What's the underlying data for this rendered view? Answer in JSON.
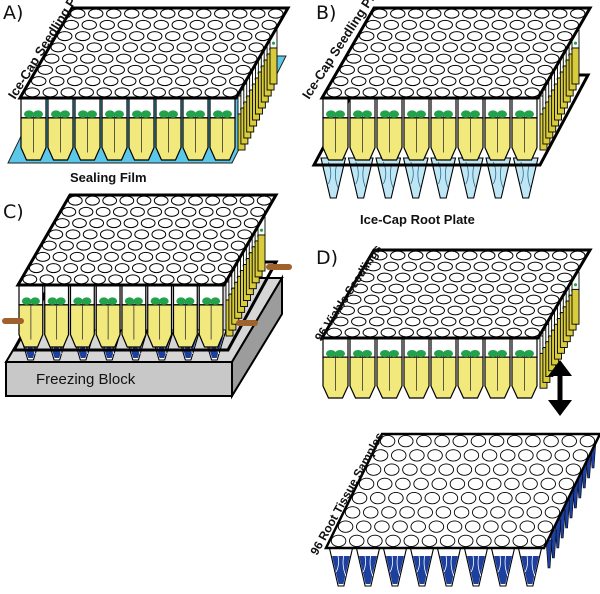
{
  "panels": [
    {
      "letter": "A)",
      "top_label": "Ice-Cap Seedling Plate",
      "bottom_label": "Sealing Film"
    },
    {
      "letter": "B)",
      "top_label": "Ice-Cap Seedling Plate",
      "bottom_label": "Ice-Cap Root Plate"
    },
    {
      "letter": "C)",
      "block_label": "Freezing Block"
    },
    {
      "letter": "D)",
      "top_label": "96 Viable Seedlings",
      "bottom_label": "96 Root Tissue Samples"
    }
  ],
  "colors": {
    "agar": "#f2e97c",
    "agar_dark": "#d9cc3c",
    "film": "#5bc8ea",
    "root_tube": "#bfe6f5",
    "root_tissue": "#1d3f9e",
    "block": "#c8c8c8",
    "leaf": "#22a24a",
    "pin": "#a0622c"
  },
  "icons": {
    "arrow": "double-headed-vertical-arrow-icon"
  }
}
